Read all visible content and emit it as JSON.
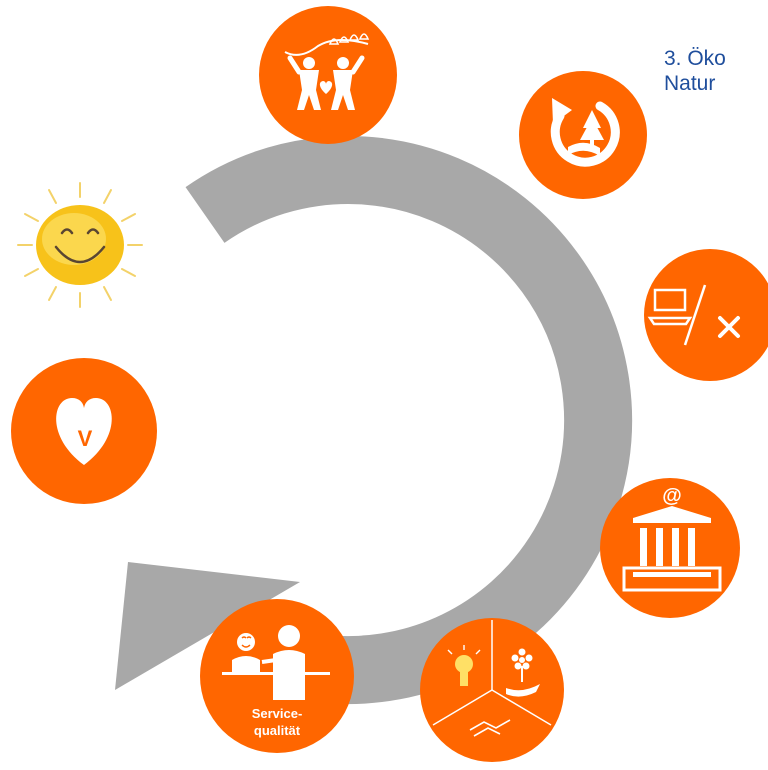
{
  "caption": {
    "line1": "3. Öko",
    "line2": "Natur"
  },
  "colors": {
    "accent": "#ff6600",
    "arrow": "#a8a8a8",
    "caption_text": "#1f4e9c",
    "sun": "#f7c21a"
  },
  "nodes": [
    {
      "icon": "people-heart-icon"
    },
    {
      "icon": "nature-cycle-icon"
    },
    {
      "icon": "computer-tools-icon"
    },
    {
      "icon": "institution-email-icon"
    },
    {
      "icon": "idea-plant-handshake-icon"
    },
    {
      "icon": "service-counter-icon",
      "label_line1": "Service-",
      "label_line2": "qualität"
    },
    {
      "icon": "heart-v-icon",
      "letter": "V"
    }
  ],
  "decor": {
    "sun": "smiling-sun-icon",
    "cycle_arrow": "circular-arrow"
  }
}
